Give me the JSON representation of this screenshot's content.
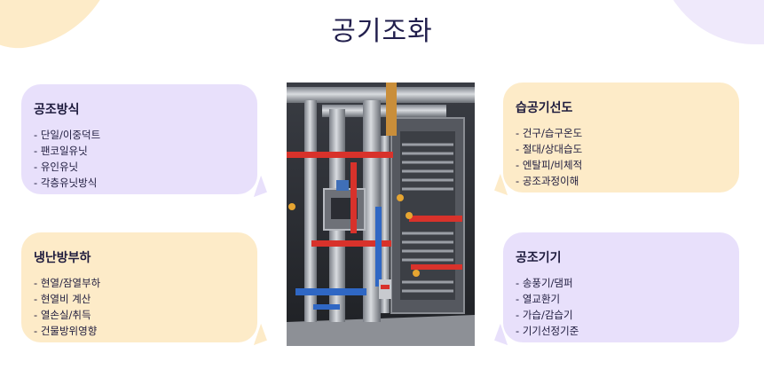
{
  "title": "공기조화",
  "cards": {
    "top_left": {
      "heading": "공조방식",
      "items": [
        "단일/이중덕트",
        "팬코일유닛",
        "유인유닛",
        "각층유닛방식"
      ]
    },
    "bottom_left": {
      "heading": "냉난방부하",
      "items": [
        "현열/잠열부하",
        "현열비 계산",
        "열손실/취득",
        "건물방위영향"
      ]
    },
    "top_right": {
      "heading": "습공기선도",
      "items": [
        "건구/습구온도",
        "절대/상대습도",
        "엔탈피/비체적",
        "공조과정이해"
      ]
    },
    "bottom_right": {
      "heading": "공조기기",
      "items": [
        "송풍기/댐퍼",
        "열교환기",
        "가습/감습기",
        "기기선정기준"
      ]
    }
  },
  "colors": {
    "purple_card": "#e8e0fb",
    "yellow_card": "#fdebc8",
    "title": "#221f4d"
  }
}
